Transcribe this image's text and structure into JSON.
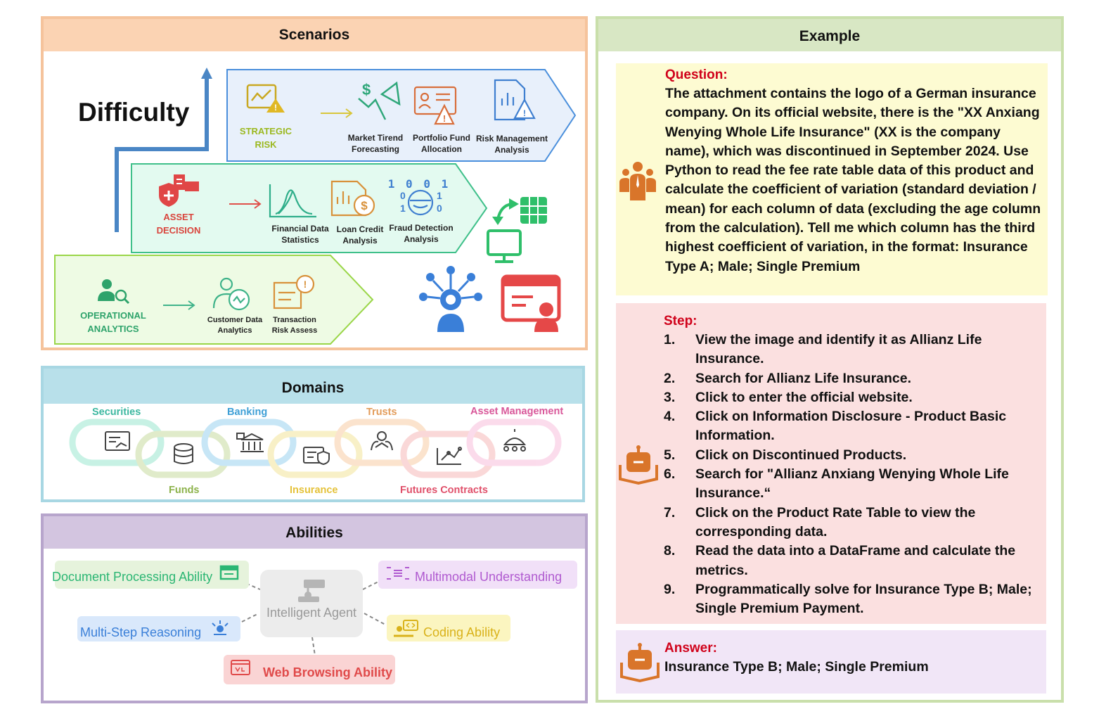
{
  "scenarios": {
    "title": "Scenarios",
    "difficulty_label": "Difficulty",
    "tiers": [
      {
        "category": [
          "STRATEGIC",
          "RISK"
        ],
        "category_color": "#9bb81f",
        "items": [
          [
            "Market Tirend",
            "Forecasting"
          ],
          [
            "Portfolio Fund",
            "Allocation"
          ],
          [
            "Risk Management",
            "Analysis"
          ]
        ]
      },
      {
        "category": [
          "ASSET",
          "DECISION"
        ],
        "category_color": "#d9453d",
        "items": [
          [
            "Financial Data",
            "Statistics"
          ],
          [
            "Loan Credit",
            "Analysis"
          ],
          [
            "Fraud Detection",
            "Analysis"
          ]
        ]
      },
      {
        "category": [
          "OPERATIONAL",
          "ANALYTICS"
        ],
        "category_color": "#2ea36b",
        "items": [
          [
            "Customer Data",
            "Analytics"
          ],
          [
            "Transaction",
            "Risk Assess"
          ]
        ]
      }
    ],
    "fraud_digits": [
      "1 0 0 1",
      "0",
      "1",
      "1",
      "0"
    ]
  },
  "domains": {
    "title": "Domains",
    "top": [
      {
        "label": "Securities",
        "color": "#3cb8a0"
      },
      {
        "label": "Banking",
        "color": "#3d9fd6"
      },
      {
        "label": "Trusts",
        "color": "#e39c5a"
      },
      {
        "label": "Asset Management",
        "color": "#d9589a"
      }
    ],
    "bottom": [
      {
        "label": "Funds",
        "color": "#8cb24a"
      },
      {
        "label": "Insurance",
        "color": "#e5c23a"
      },
      {
        "label": "Futures Contracts",
        "color": "#e0506a"
      }
    ]
  },
  "abilities": {
    "title": "Abilities",
    "center": "Intelligent Agent",
    "items": {
      "document": "Document Processing Ability",
      "multimodal": "Multimodal Understanding",
      "reasoning": "Multi-Step Reasoning",
      "coding": "Coding Ability",
      "web": "Web Browsing Ability"
    }
  },
  "example": {
    "title": "Example",
    "question_label": "Question:",
    "question_text": "The attachment contains the logo of a German insurance company. On its official website, there is the \"XX Anxiang Wenying Whole Life Insurance\" (XX is the company name), which was discontinued in September 2024. Use Python to read the fee rate table data of this product and calculate the coefficient of variation (standard deviation / mean) for each column of data (excluding the age column from the calculation). Tell me which column has the third highest coefficient of variation, in the format: Insurance Type A; Male; Single Premium",
    "step_label": "Step:",
    "steps": [
      {
        "num": "1.",
        "text": "View the image and identify it as Allianz Life Insurance."
      },
      {
        "num": "2.",
        "text": " Search for Allianz Life Insurance."
      },
      {
        "num": "3.",
        "text": " Click to enter the official website."
      },
      {
        "num": "4.",
        "text": " Click on Information Disclosure - Product Basic Information."
      },
      {
        "num": "5.",
        "text": "Click on Discontinued Products."
      },
      {
        "num": "6.",
        "text": " Search for \"Allianz Anxiang Wenying Whole Life Insurance.“"
      },
      {
        "num": "7.",
        "text": " Click on the Product Rate Table to view the corresponding data."
      },
      {
        "num": "8.",
        "text": "Read the data into a DataFrame and calculate the metrics."
      },
      {
        "num": "9.",
        "text": "Programmatically solve for Insurance Type B; Male; Single Premium Payment."
      }
    ],
    "answer_label": "Answer:",
    "answer_text": "Insurance Type B; Male; Single Premium"
  },
  "colors": {
    "scenarios_border": "#f5c39c",
    "domains_border": "#a8d7e3",
    "abilities_border": "#b7a5cc",
    "example_border": "#c9dfab",
    "question_bg": "#fdfbd2",
    "step_bg": "#fbe0e0",
    "answer_bg": "#f1e6f7",
    "label_red": "#d0021b"
  }
}
